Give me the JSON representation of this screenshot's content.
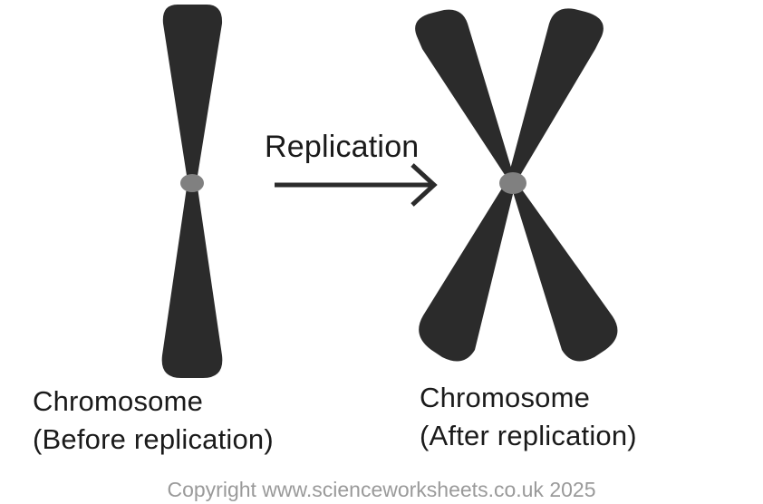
{
  "diagram": {
    "process_label": "Replication",
    "before": {
      "name": "Chromosome",
      "state": "(Before replication)"
    },
    "after": {
      "name": "Chromosome",
      "state": "(After replication)"
    },
    "copyright": "Copyright www.scienceworksheets.co.uk 2025",
    "colors": {
      "chromatid": "#2b2b2b",
      "centromere": "#808080",
      "arrow": "#2b2b2b",
      "text": "#1a1a1a",
      "copyright": "#9a9a9a"
    }
  }
}
